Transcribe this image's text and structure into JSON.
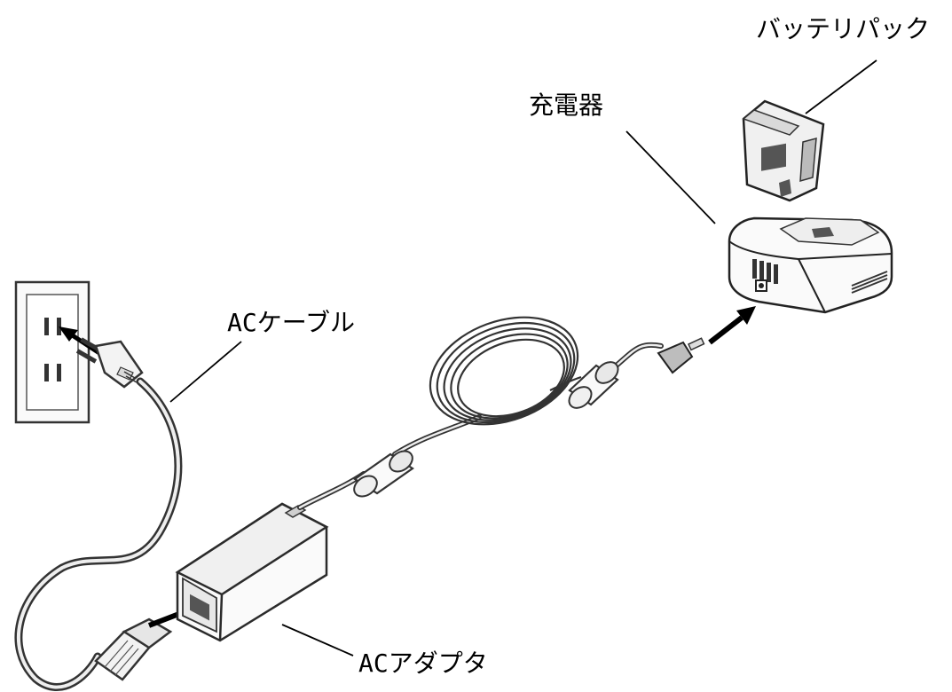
{
  "labels": {
    "battery_pack": "バッテリパック",
    "charger": "充電器",
    "ac_cable": "ACケーブル",
    "ac_adapter": "ACアダプタ"
  },
  "colors": {
    "line": "#000000",
    "outline": "#2b2b2b",
    "device_fill": "#f7f7f7",
    "shade": "#d9d9d9",
    "dark": "#555555"
  }
}
